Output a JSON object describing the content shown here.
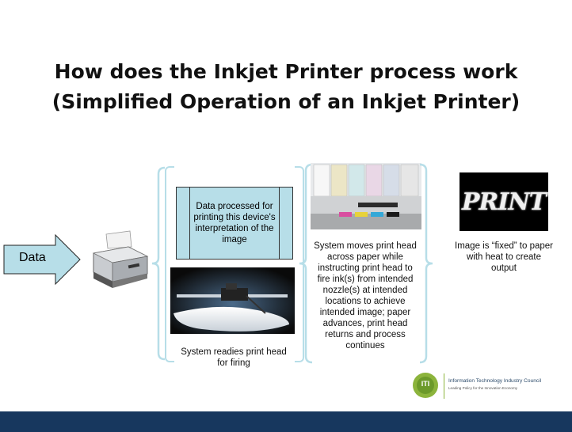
{
  "title": {
    "line1": "How does the Inkjet Printer process work",
    "line2": "(Simplified Operation of an Inkjet Printer)"
  },
  "data_arrow": {
    "label": "Data"
  },
  "process_box": {
    "text": "Data processed for printing this device's interpretation of the image"
  },
  "captions": {
    "readies": "System readies print head for firing",
    "moves": "System moves print head across paper while instructing print head to fire ink(s) from intended nozzle(s) at intended locations to achieve intended image; paper advances, print head returns and process continues",
    "fixed": "Image is “fixed” to paper with heat to create output"
  },
  "print_image": {
    "text": "PRINT"
  },
  "logo": {
    "mark": "ITI",
    "name": "Information Technology Industry Council",
    "tagline": "Leading Policy for the Innovation Economy"
  },
  "colors": {
    "accent_light_blue": "#b7dee8",
    "footer_navy": "#17375e",
    "logo_green": "#8cb43c"
  }
}
